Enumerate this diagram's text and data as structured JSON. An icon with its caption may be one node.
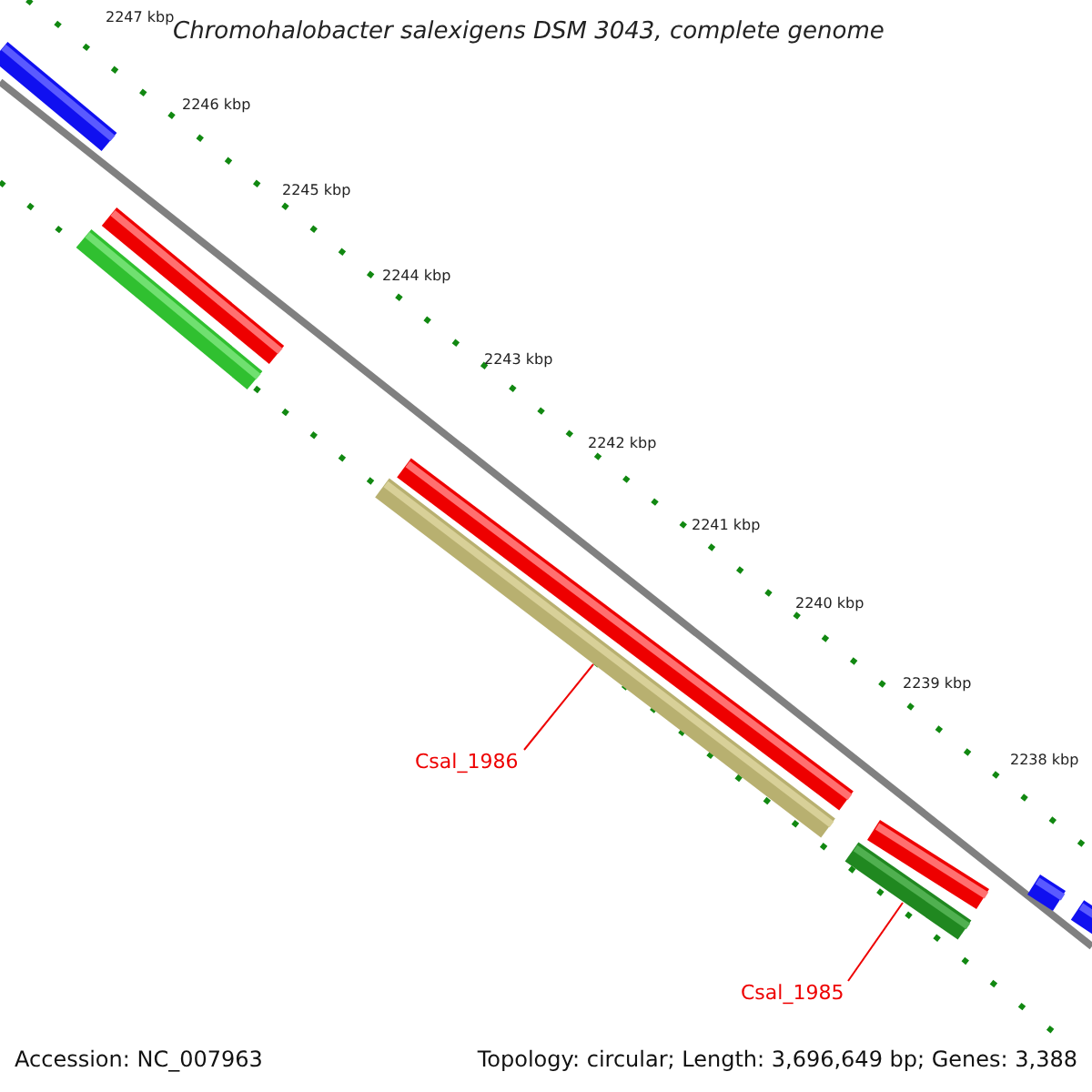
{
  "diagram": {
    "title": "Chromohalobacter salexigens DSM 3043, complete genome",
    "nodes": [
      {
        "text": [
          "Csal_1986"
        ]
      },
      {
        "text": [],
        "shape": "bar"
      },
      {
        "text": [
          "Csal_1985"
        ]
      },
      {
        "text": [],
        "shape": "bar"
      }
    ],
    "edges": [
      {
        "from": 0,
        "to": 1,
        "arrow": "none"
      },
      {
        "from": 2,
        "to": 3,
        "arrow": "none"
      }
    ],
    "labels": [
      "2247 kbp",
      "2246 kbp",
      "2245 kbp",
      "2244 kbp",
      "2243 kbp",
      "2242 kbp",
      "2241 kbp",
      "2240 kbp",
      "2239 kbp",
      "2238 kbp",
      "Accession: NC_007963",
      "Topology: circular; Length: 3,696,649 bp; Genes: 3,388"
    ]
  }
}
